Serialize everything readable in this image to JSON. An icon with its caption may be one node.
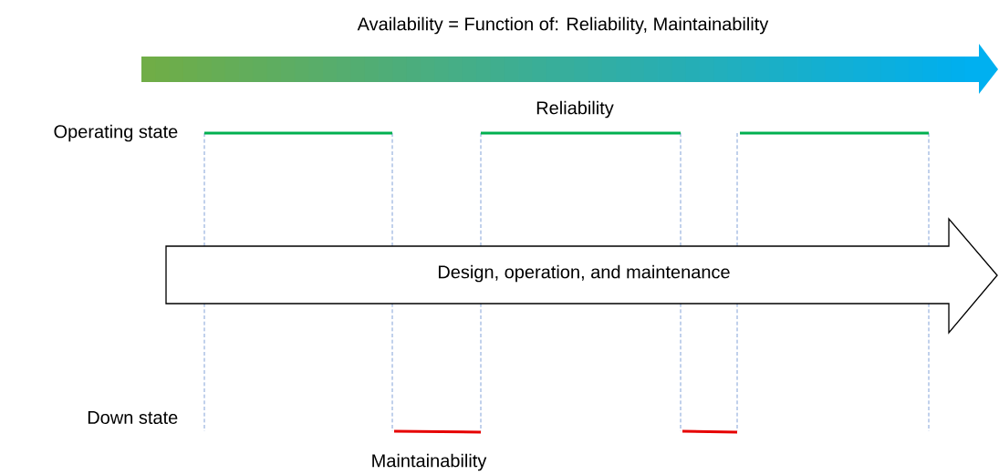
{
  "diagram": {
    "title": "Availability = Function of: Reliability, Maintainability",
    "nodes": [
      {
        "text": [
          "Design, operation, and maintenance"
        ]
      }
    ],
    "labels": [
      "Operating state",
      "Reliability",
      "Down state",
      "Maintainability"
    ]
  }
}
